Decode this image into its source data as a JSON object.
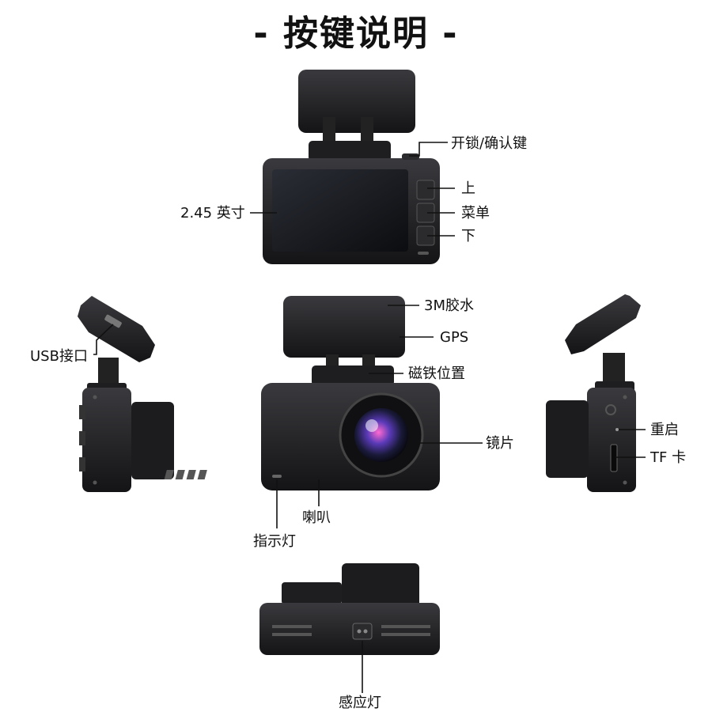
{
  "title": "- 按键说明 -",
  "labels": {
    "unlock_confirm": "开锁/确认键",
    "up": "上",
    "menu": "菜单",
    "down": "下",
    "screen": "2.45 英寸",
    "usb": "USB接口",
    "adhesive": "3M胶水",
    "gps": "GPS",
    "magnet": "磁铁位置",
    "lens": "镜片",
    "speaker": "喇叭",
    "indicator": "指示灯",
    "reset": "重启",
    "tf_card": "TF 卡",
    "light_sensor": "感应灯"
  }
}
